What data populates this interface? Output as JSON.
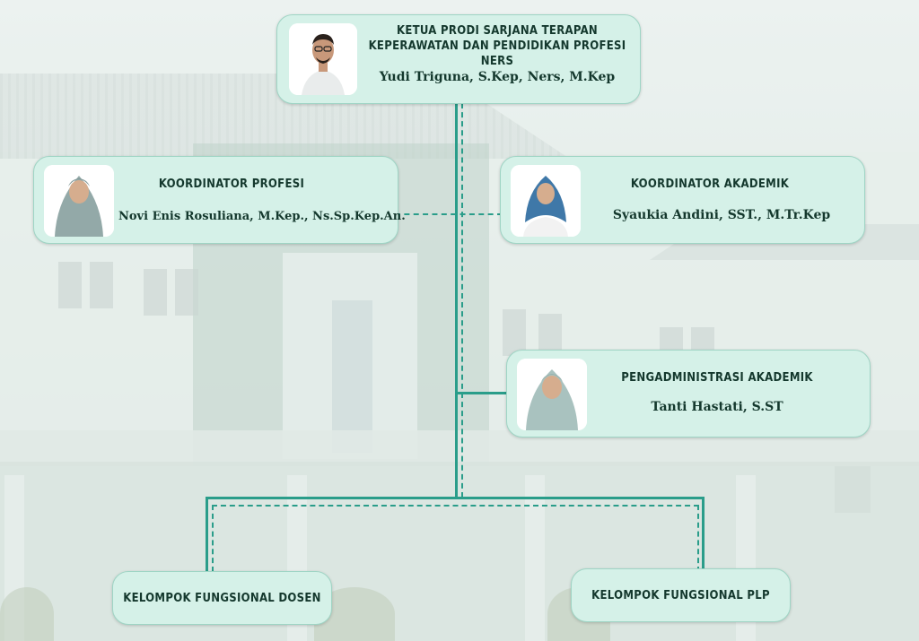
{
  "org_chart": {
    "head": {
      "role_line1": "KETUA PRODI SARJANA TERAPAN",
      "role_line2": "KEPERAWATAN DAN PENDIDIKAN PROFESI NERS",
      "name": "Yudi Triguna, S.Kep, Ners, M.Kep"
    },
    "coordinator_profession": {
      "role": "KOORDINATOR PROFESI",
      "name": "Novi Enis Rosuliana, M.Kep., Ns.Sp.Kep.An."
    },
    "coordinator_academic": {
      "role": "KOORDINATOR AKADEMIK",
      "name": "Syaukia Andini, SST., M.Tr.Kep"
    },
    "academic_admin": {
      "role": "PENGADMINISTRASI AKADEMIK",
      "name": "Tanti Hastati, S.ST"
    },
    "groups": [
      {
        "label": "KELOMPOK FUNGSIONAL DOSEN"
      },
      {
        "label": "KELOMPOK FUNGSIONAL PLP"
      }
    ]
  },
  "colors": {
    "card_fill": "#d5f1e8",
    "connector": "#2a9d8a",
    "text": "#14382d"
  }
}
